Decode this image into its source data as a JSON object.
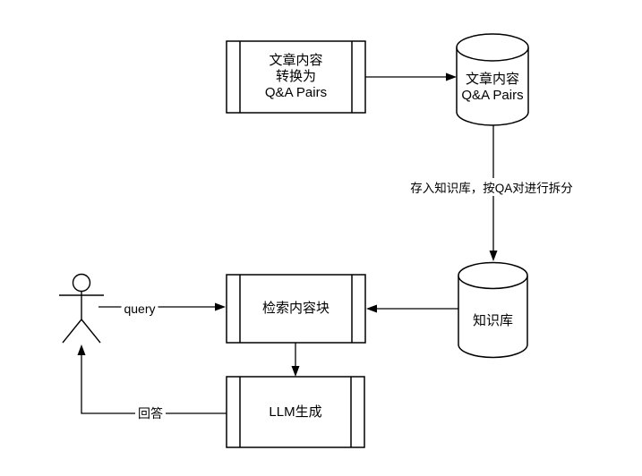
{
  "diagram": {
    "background_color": "#ffffff",
    "line_color": "#000000",
    "nodes": {
      "article_to_qa": {
        "type": "process-box",
        "lines": [
          "文章内容",
          "转换为",
          "Q&A Pairs"
        ]
      },
      "qa_store": {
        "type": "database-cylinder",
        "lines": [
          "文章内容",
          "Q&A Pairs"
        ]
      },
      "knowledge_base": {
        "type": "database-cylinder",
        "label": "知识库"
      },
      "retrieve": {
        "type": "process-box",
        "label": "检索内容块"
      },
      "llm": {
        "type": "process-box",
        "label": "LLM生成"
      },
      "user": {
        "type": "actor"
      }
    },
    "edges": {
      "store_to_kb": {
        "label": "存入知识库，按QA对进行拆分"
      },
      "query": {
        "label": "query"
      },
      "answer": {
        "label": "回答"
      }
    }
  }
}
